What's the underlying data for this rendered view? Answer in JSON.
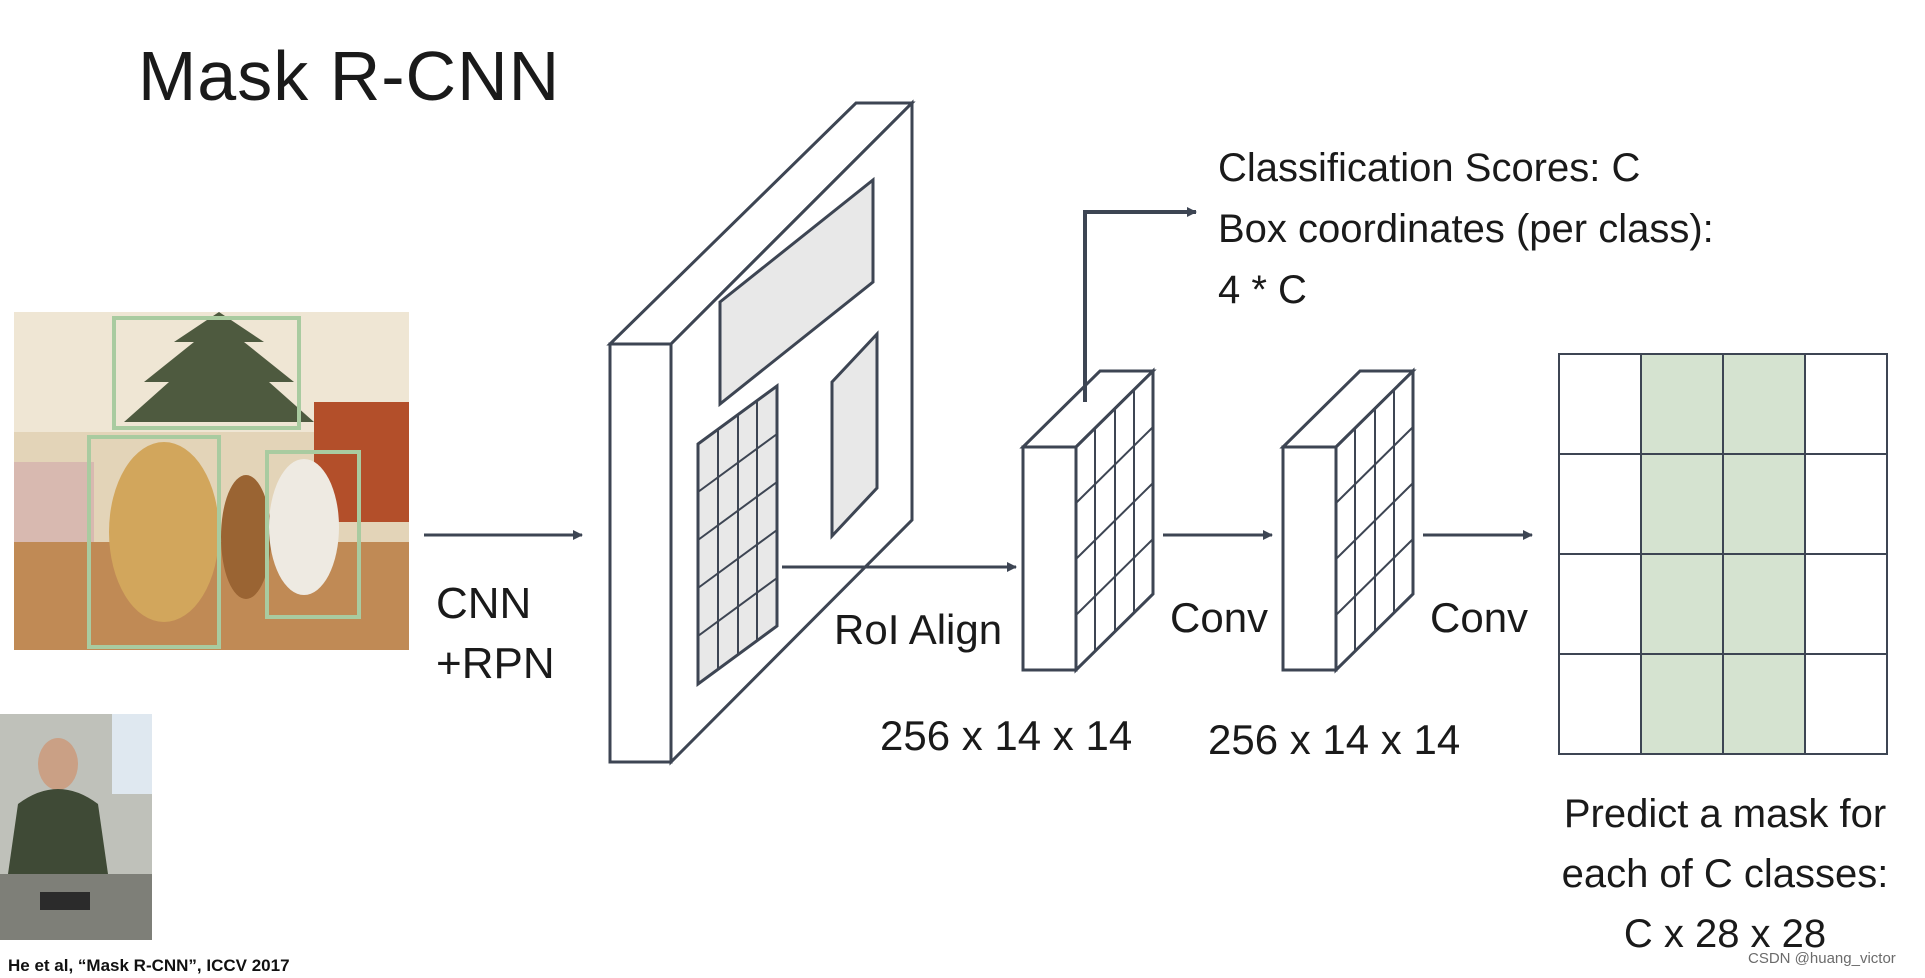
{
  "title": "Mask R-CNN",
  "labels": {
    "cnn_rpn": [
      "CNN",
      "+RPN"
    ],
    "roi_align": "RoI Align",
    "conv_1": "Conv",
    "conv_2": "Conv",
    "dim_1": "256 x 14 x 14",
    "dim_2": "256 x 14 x 14"
  },
  "classification": [
    "Classification Scores: C",
    "Box coordinates (per class):",
    "4 * C"
  ],
  "prediction": [
    "Predict a mask for",
    "each of C classes:",
    "C x 28 x 28"
  ],
  "citation": "He et al, “Mask R-CNN”, ICCV 2017",
  "watermark": "CSDN @huang_victor",
  "colors": {
    "line": "#3d4553",
    "grid_fill": "#d5e3d0",
    "plane_fill": "#e8e8e8",
    "box_green": "#a9cba0"
  },
  "mask_grid": {
    "rows": 4,
    "cols": 4,
    "highlighted_cols": [
      1,
      2
    ]
  },
  "images": {
    "input_photo": "photo of dogs and a cat by a christmas tree with green detection boxes",
    "speaker": "speaker video thumbnail"
  }
}
